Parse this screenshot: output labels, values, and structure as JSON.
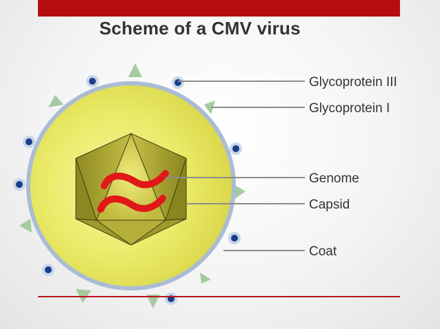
{
  "title": "Scheme of a CMV virus",
  "labels": {
    "glycoprotein_iii": "Glycoprotein III",
    "glycoprotein_i": "Glycoprotein I",
    "genome": "Genome",
    "capsid": "Capsid",
    "coat": "Coat"
  },
  "colors": {
    "accent_bar": "#b50d0d",
    "coat_membrane": "#a9bcd6",
    "virion_fill": "#e8e866",
    "capsid_fill": "#b2ac35",
    "genome": "#e01818",
    "glycoprotein_iii": "#1a3e8c",
    "glycoprotein_i": "#a6c9a1"
  }
}
